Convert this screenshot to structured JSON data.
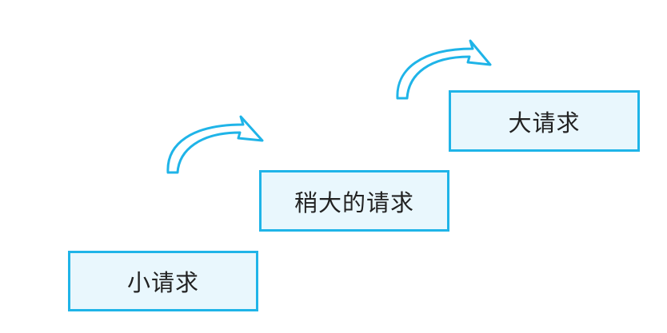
{
  "steps": [
    {
      "label": "小请求"
    },
    {
      "label": "稍大的请求"
    },
    {
      "label": "大请求"
    }
  ],
  "colors": {
    "accent": "#1fb4e8",
    "box_fill": "#e9f7fd",
    "text": "#222222"
  },
  "icons": [
    "curved-arrow-icon",
    "curved-arrow-icon"
  ]
}
